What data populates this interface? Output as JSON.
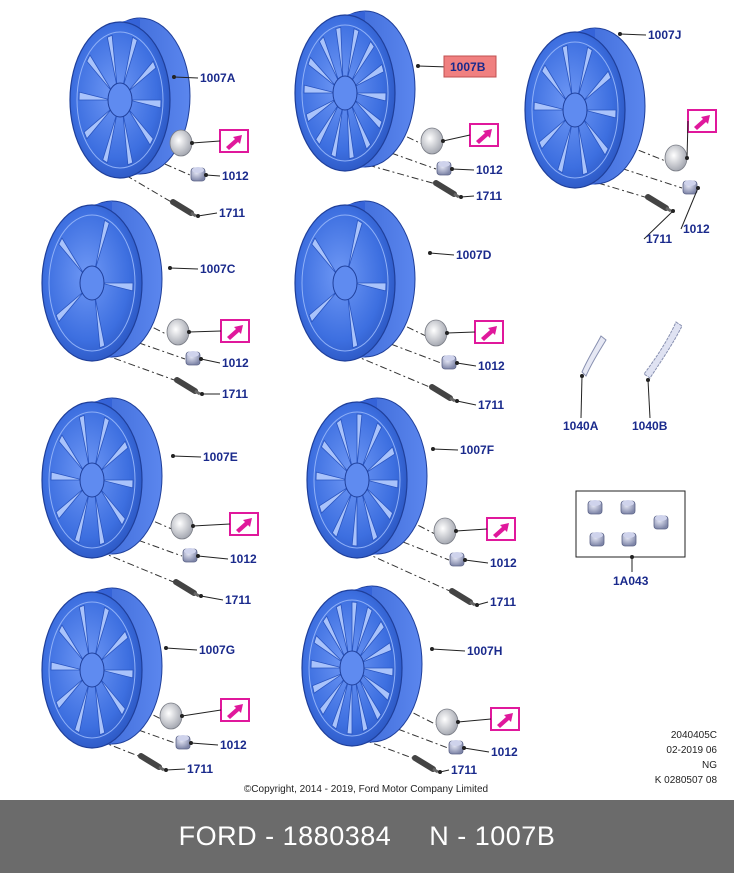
{
  "wheels": [
    {
      "label": "1007A",
      "highlight": false
    },
    {
      "label": "1007B",
      "highlight": true
    },
    {
      "label": "1007J",
      "highlight": false
    },
    {
      "label": "1007C",
      "highlight": false
    },
    {
      "label": "1007D",
      "highlight": false
    },
    {
      "label": "1007E",
      "highlight": false
    },
    {
      "label": "1007F",
      "highlight": false
    },
    {
      "label": "1007G",
      "highlight": false
    },
    {
      "label": "1007H",
      "highlight": false
    }
  ],
  "parts": {
    "nut": "1012",
    "valve": "1711",
    "trim_a": "1040A",
    "trim_b": "1040B",
    "lock_kit": "1A043"
  },
  "info": {
    "code": "2040405C",
    "date": "02-2019 06",
    "region": "NG",
    "ref": "K 0280507 08"
  },
  "copyright": "©Copyright, 2014 - 2019, Ford Motor Company Limited",
  "footer": {
    "brand_part": "FORD - 1880384",
    "position": "N - 1007B"
  },
  "colors": {
    "wheel": "#3d6fe0",
    "highlight": "#f08080",
    "magenta": "#e0189c",
    "footer_bg": "#6b6b6b",
    "label": "#1a2a8c"
  }
}
